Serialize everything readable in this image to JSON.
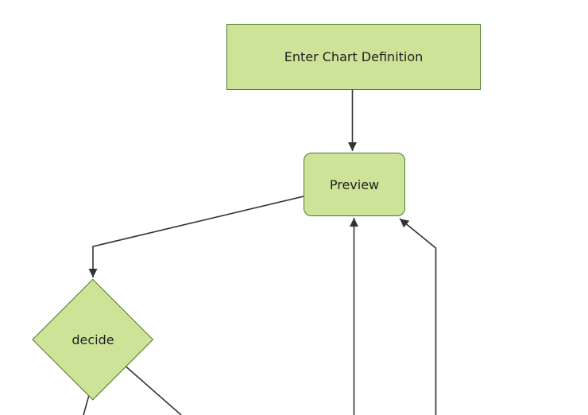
{
  "diagram": {
    "type": "flowchart",
    "background": "#ffffff",
    "nodes": [
      {
        "id": "enter-chart-definition",
        "label": "Enter Chart Definition",
        "shape": "rectangle"
      },
      {
        "id": "preview",
        "label": "Preview",
        "shape": "rounded-rectangle"
      },
      {
        "id": "decide",
        "label": "decide",
        "shape": "diamond"
      }
    ],
    "edges": [
      {
        "from": "enter-chart-definition",
        "to": "preview",
        "arrowhead": true
      },
      {
        "from": "preview",
        "to": "decide",
        "arrowhead": true
      },
      {
        "from": "offscreen-bottom",
        "to": "preview",
        "arrowhead": true
      },
      {
        "from": "offscreen-bottom-right",
        "to": "preview",
        "arrowhead": true
      },
      {
        "from": "decide",
        "to": "offscreen-bottom-left",
        "arrowhead": false
      },
      {
        "from": "decide",
        "to": "offscreen-bottom-right",
        "arrowhead": false
      }
    ],
    "colors": {
      "node_fill": "#cde498",
      "node_border": "#4a7c23",
      "edge_line": "#333333",
      "label_text": "#1f1f1f",
      "background": "#ffffff"
    }
  }
}
